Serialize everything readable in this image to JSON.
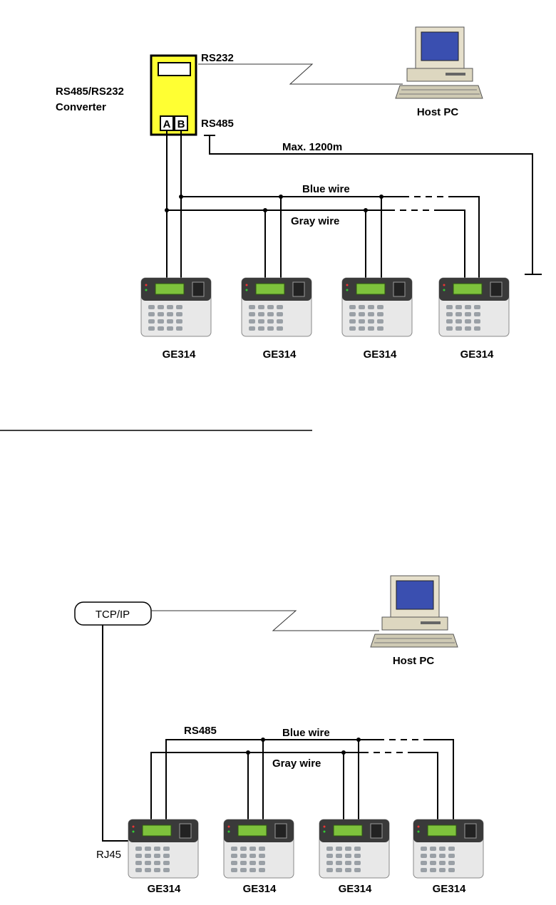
{
  "top": {
    "converter_label_line1": "RS485/RS232",
    "converter_label_line2": "Converter",
    "port_a": "A",
    "port_b": "B",
    "rs232_label": "RS232",
    "rs485_label": "RS485",
    "max_label": "Max. 1200m",
    "blue_wire_label": "Blue wire",
    "gray_wire_label": "Gray wire",
    "host_label": "Host PC",
    "device_labels": [
      "GE314",
      "GE314",
      "GE314",
      "GE314"
    ],
    "converter_color": "#ffff33"
  },
  "bottom": {
    "tcpip_label": "TCP/IP",
    "rs485_label": "RS485",
    "blue_wire_label": "Blue wire",
    "gray_wire_label": "Gray wire",
    "host_label": "Host PC",
    "rj45_label": "RJ45",
    "device_labels": [
      "GE314",
      "GE314",
      "GE314",
      "GE314"
    ]
  }
}
